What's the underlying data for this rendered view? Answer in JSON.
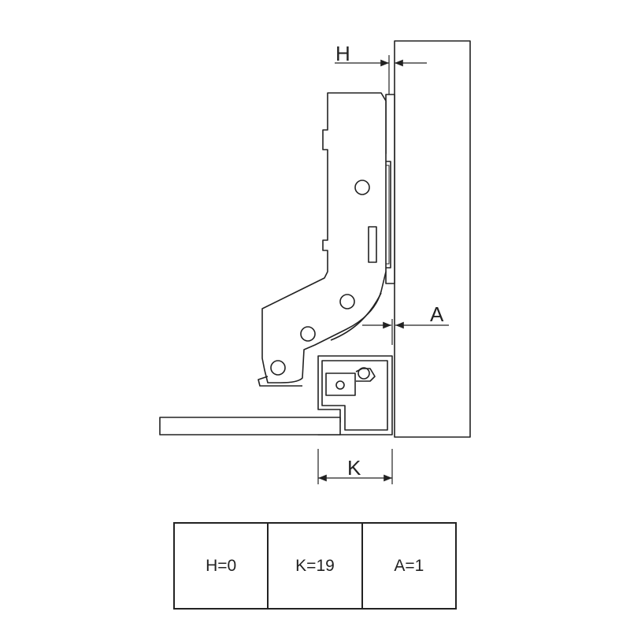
{
  "dimensions": {
    "h_label": "H",
    "a_label": "A",
    "k_label": "K"
  },
  "specs": [
    {
      "text": "H=0"
    },
    {
      "text": "K=19"
    },
    {
      "text": "A=1"
    }
  ]
}
